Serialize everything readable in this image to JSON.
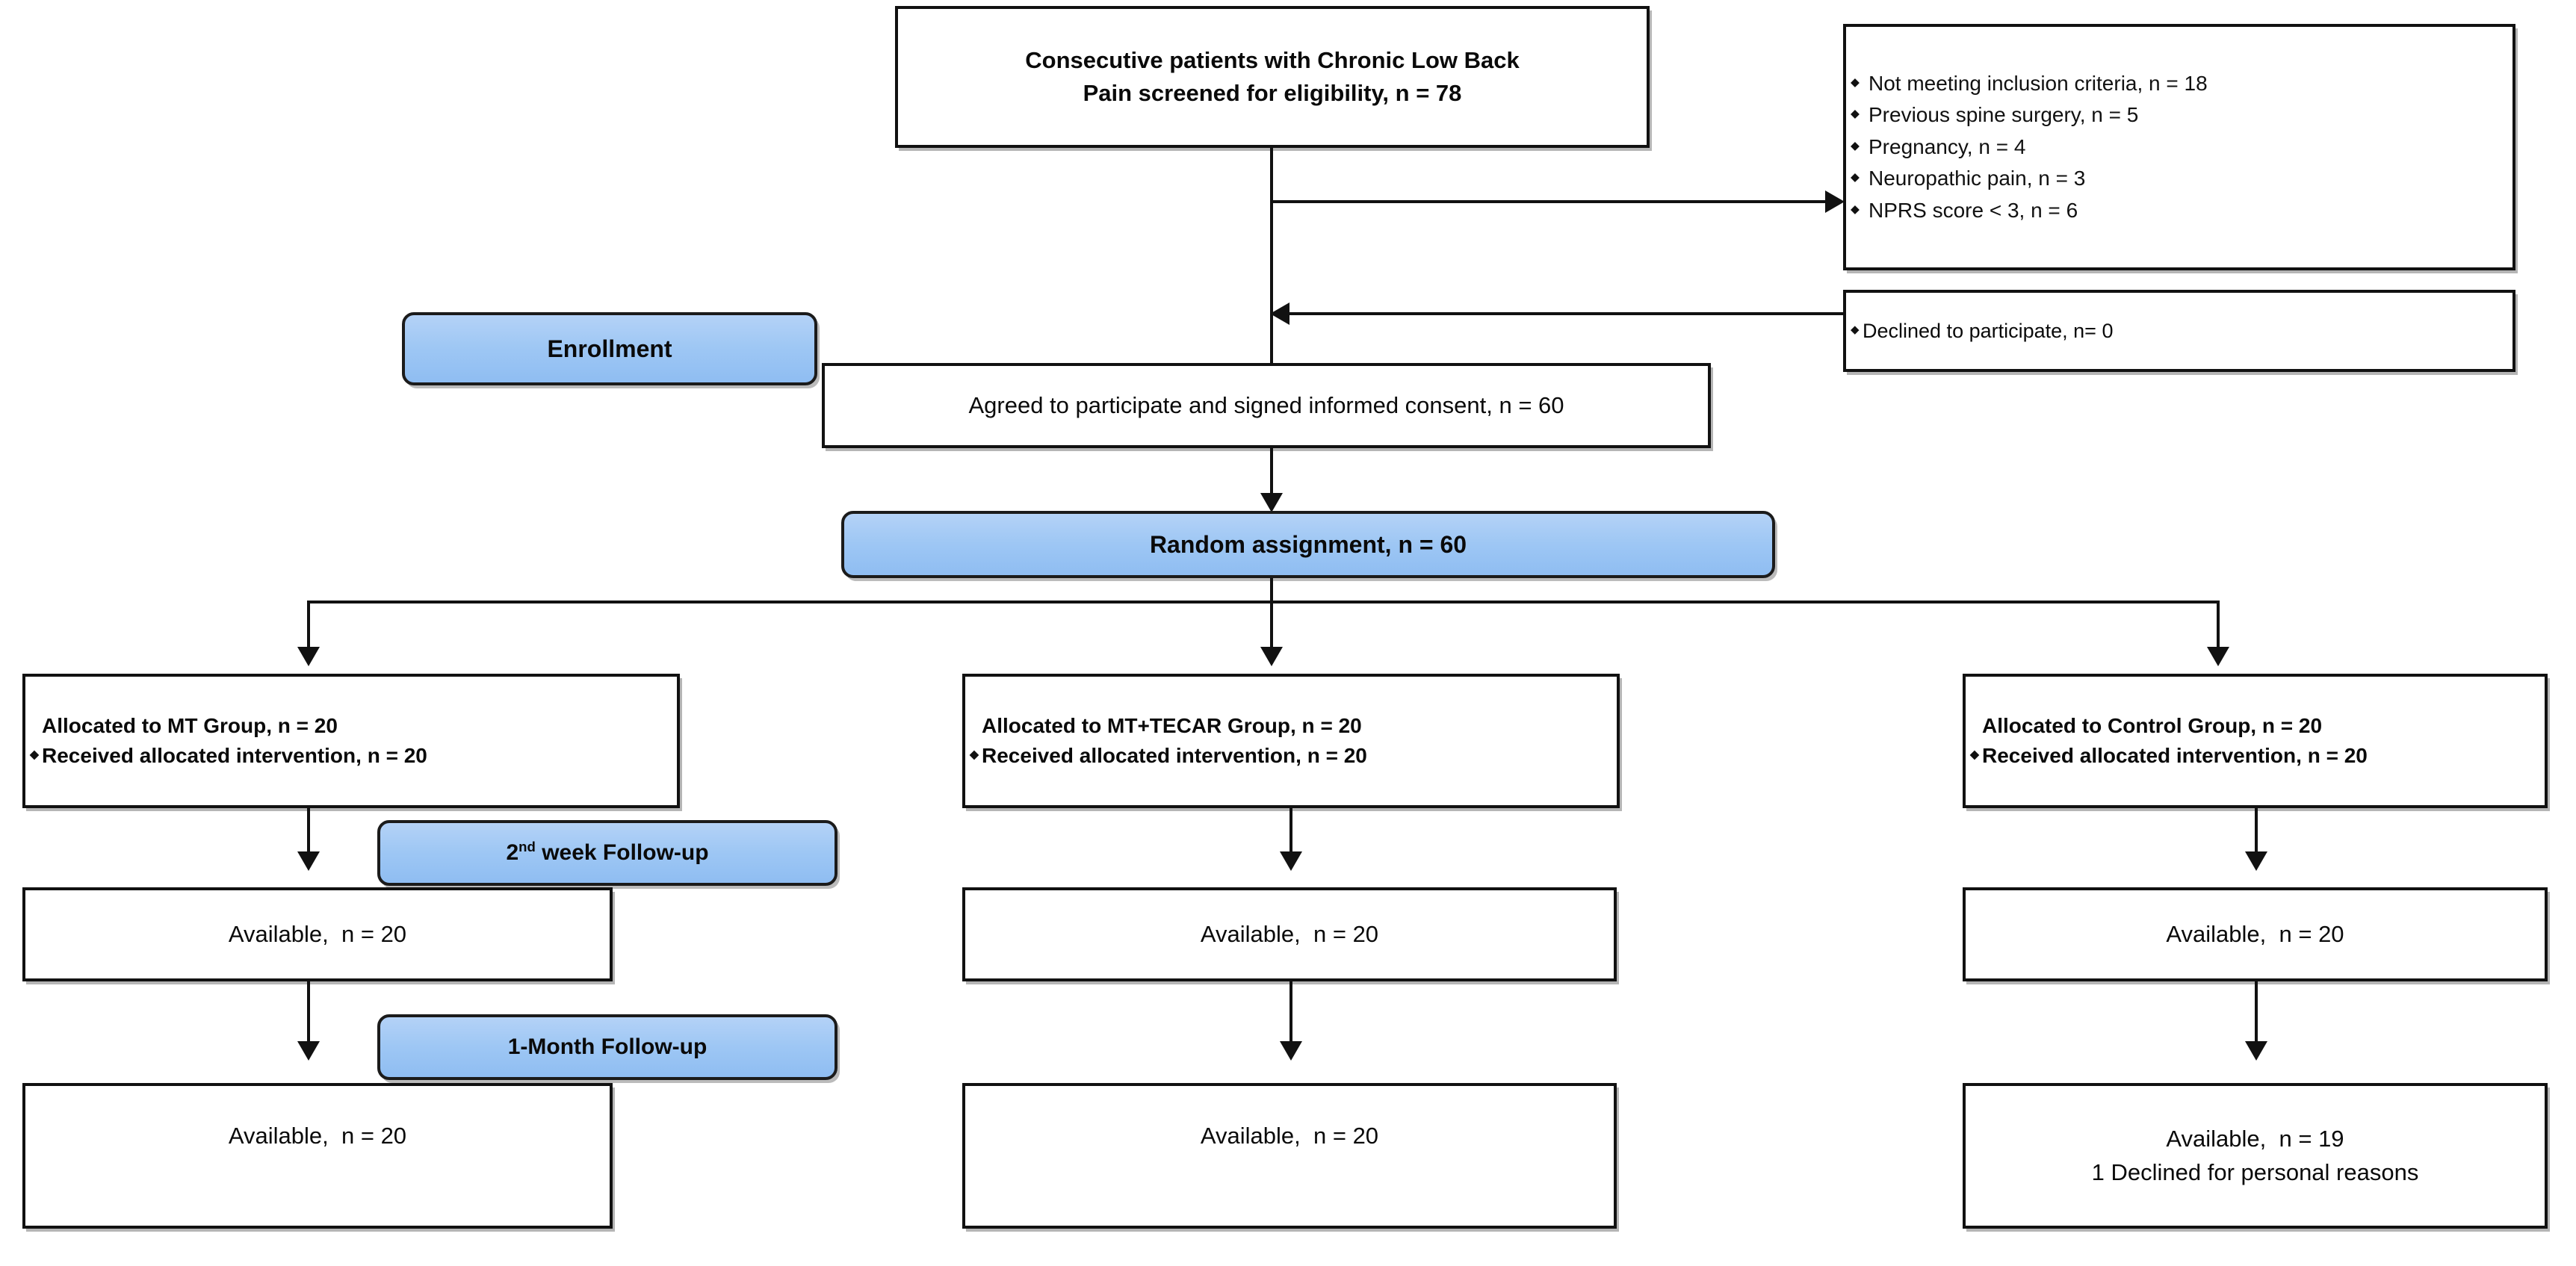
{
  "diagram": {
    "title": "CONSORT participant flow diagram",
    "accent_blue": "#9EC7F4",
    "border_color": "#111111",
    "background": "#FFFFFF"
  },
  "screening": {
    "text": "Consecutive patients with Chronic Low Back\nPain screened for eligibility, n = 78"
  },
  "excluded": {
    "items": [
      "Not meeting inclusion criteria, n = 18",
      "Previous spine surgery, n = 5",
      "Pregnancy, n = 4",
      "Neuropathic pain, n = 3",
      "NPRS score < 3, n = 6"
    ]
  },
  "declined": {
    "text": "Declined to participate, n= 0"
  },
  "enrollment_badge": {
    "label": "Enrollment"
  },
  "consent": {
    "text": "Agreed to participate and signed informed consent, n = 60"
  },
  "randomization": {
    "label": "Random assignment, n = 60"
  },
  "allocation": {
    "mt": {
      "line1": "Allocated to MT Group, n = 20",
      "line2": "Received allocated intervention, n = 20"
    },
    "mt_tecar": {
      "line1": "Allocated to MT+TECAR Group, n = 20",
      "line2": "Received allocated intervention, n = 20"
    },
    "control": {
      "line1": "Allocated to Control Group, n = 20",
      "line2": "Received allocated intervention, n = 20"
    }
  },
  "followup_week2_badge": {
    "prefix": "2",
    "superscript": "nd",
    "suffix": " week Follow-up"
  },
  "followup_month1_badge": {
    "label": "1-Month Follow-up"
  },
  "week2": {
    "mt": "Available,  n = 20",
    "mt_tecar": "Available,  n = 20",
    "control": "Available,  n = 20"
  },
  "month1": {
    "mt": "Available,  n = 20",
    "mt_tecar": "Available,  n = 20",
    "control_line1": "Available,  n = 19",
    "control_line2": "1 Declined for personal reasons"
  }
}
